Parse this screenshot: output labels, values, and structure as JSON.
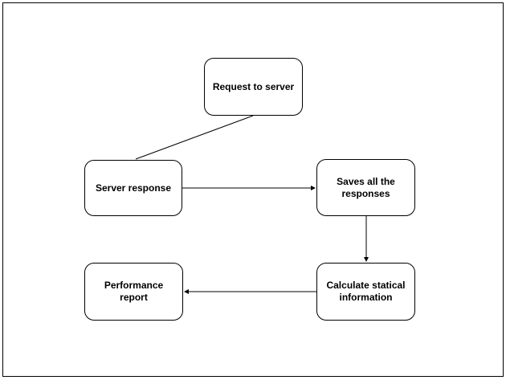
{
  "diagram": {
    "nodes": {
      "request": {
        "label": "Request to server"
      },
      "response": {
        "label": "Server response"
      },
      "saves": {
        "label": "Saves all the responses"
      },
      "calc": {
        "label": "Calculate statical information"
      },
      "report": {
        "label": "Performance report"
      }
    },
    "edges": [
      {
        "from": "request",
        "to": "response"
      },
      {
        "from": "response",
        "to": "saves"
      },
      {
        "from": "saves",
        "to": "calc"
      },
      {
        "from": "calc",
        "to": "report"
      }
    ],
    "colors": {
      "stroke": "#000000",
      "background": "#ffffff"
    }
  }
}
